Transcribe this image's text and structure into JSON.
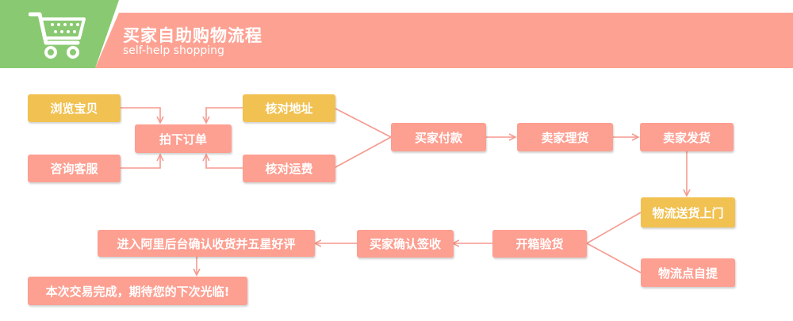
{
  "header": {
    "title": "买家自助购物流程",
    "subtitle": "self-help shopping",
    "icon": "shopping-cart-icon"
  },
  "colors": {
    "green": "#89c971",
    "pink": "#fd9f91",
    "yellow": "#f1c151",
    "arrow": "#f59a8f"
  },
  "steps": {
    "browse": "浏览宝贝",
    "consult": "咨询客服",
    "order": "拍下订单",
    "check_address": "核对地址",
    "check_shipping": "核对运费",
    "pay": "买家付款",
    "prepare": "卖家理货",
    "ship": "卖家发货",
    "delivery": "物流送货上门",
    "pickup": "物流点自提",
    "inspect": "开箱验货",
    "confirm": "买家确认签收",
    "review": "进入阿里后台确认收货并五星好评",
    "thanks": "本次交易完成，期待您的下次光临!"
  }
}
